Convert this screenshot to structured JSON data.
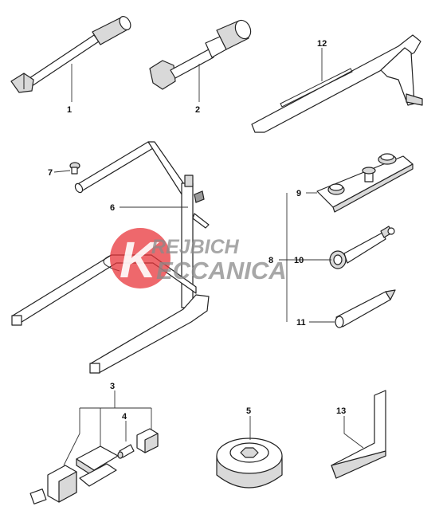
{
  "callouts": {
    "c1": "1",
    "c2": "2",
    "c3": "3",
    "c4": "4",
    "c5": "5",
    "c6": "6",
    "c7": "7",
    "c8": "8",
    "c9": "9",
    "c10": "10",
    "c11": "11",
    "c12": "12",
    "c13": "13"
  },
  "watermark": {
    "line1": "REJBICH",
    "line2": "ECCANICA",
    "logo_letter": "K",
    "logo_color": "#e8353b"
  }
}
